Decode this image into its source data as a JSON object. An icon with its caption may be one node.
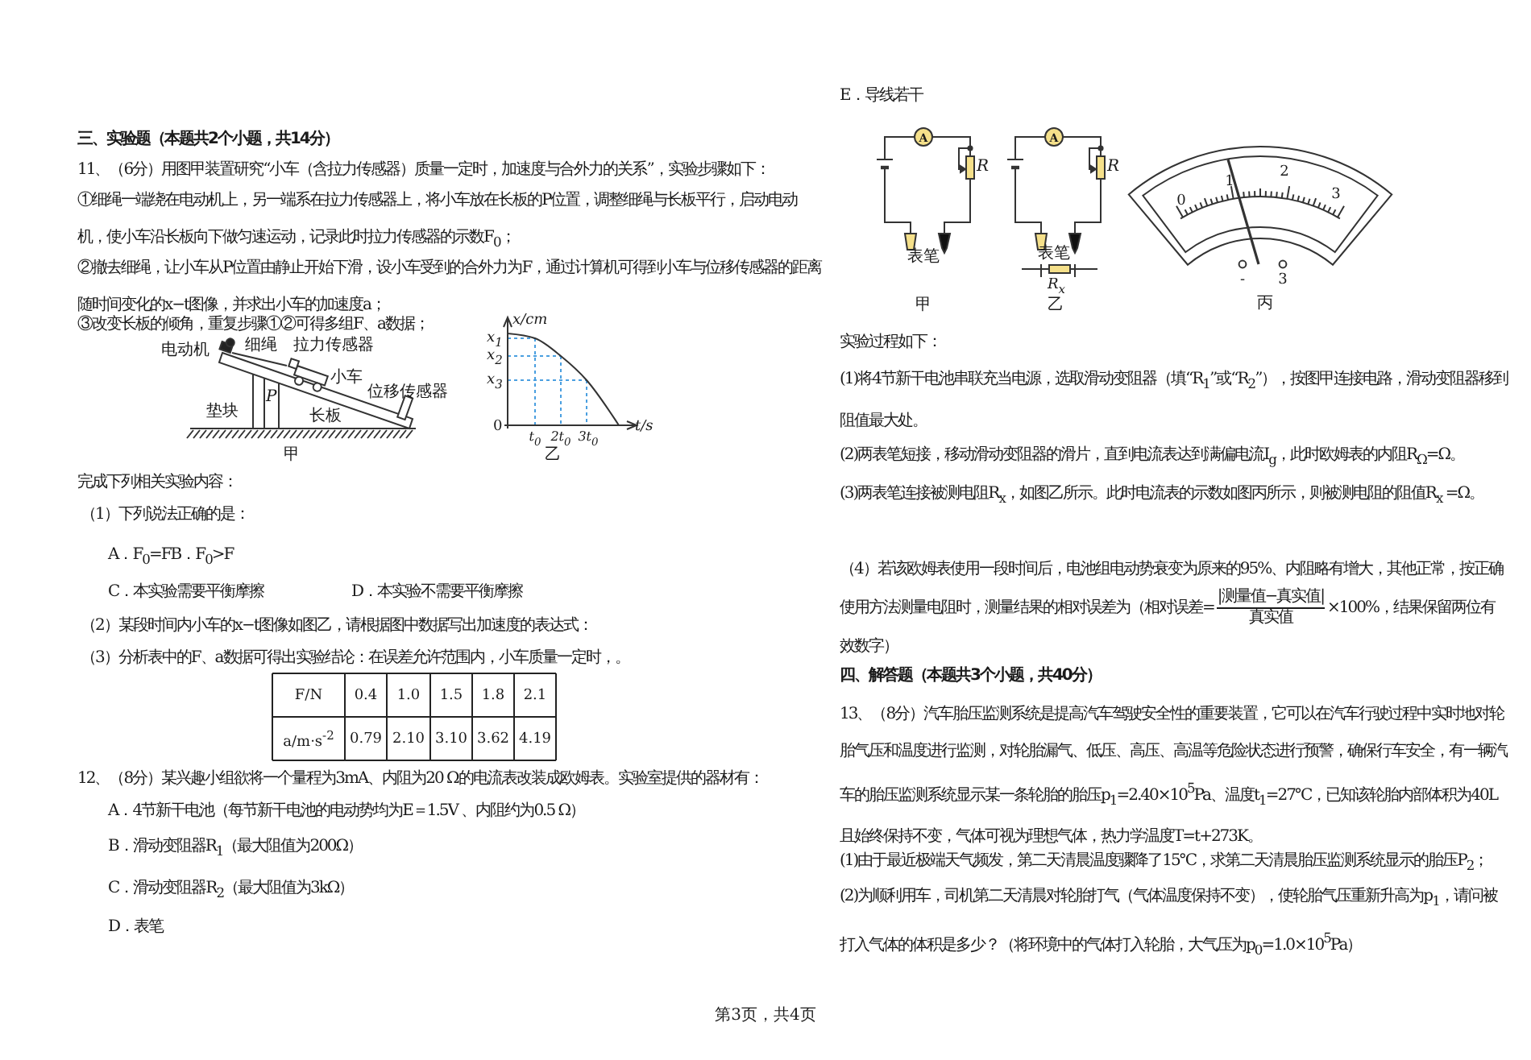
{
  "diagram": {
    "labels": [
      "三、实验题（本题共2个小题，共14分）",
      "11、（6分）用图甲装置研究“小车（含拉力传感器）质量一定时，加速度与合外力的关系”，实验步骤如下：",
      "①细绳一端绕在电动机上，另一端系在拉力传感器上，将小车放在长板的P位置，调整细绳与长板平行，启动电动机，使小车沿长板向下做匀速运动，记录此时拉力传感器的示数F$_{0}$；",
      "②撤去细绳，让小车从P位置由静止开始下滑，设小车受到的合外力为F，通过计算机可得到小车与位移传感器的距离随时间变化的x−t图像，并求出小车的加速度a；",
      "③改变长板的倾角，重复步骤①②可得多组F、a数据；",
      "电动机",
      "细绳",
      "拉力传感器",
      "小车",
      "P",
      "位移传感器",
      "垫块",
      "长板",
      "甲",
      "x/cm",
      "x$_{1}$",
      "x$_{2}$",
      "x$_{3}$",
      "0",
      "t$_{0}$",
      "2t$_{0}$",
      "3t$_{0}$",
      "t/s",
      "乙",
      "完成下列相关实验内容：",
      "（1）下列说法正确的是：",
      "A．F$_{0}$=FB．F$_{0}$>F",
      "C．本实验需要平衡摩擦",
      "D．本实验不需要平衡摩擦",
      "（2）某段时间内小车的x−t图像如图乙，请根据图中数据写出加速度的表达式：",
      "（3）分析表中的F、a数据可得出实验结论：在误差允许范围内，小车质量一定时，。",
      "F/N",
      "0.4",
      "1.0",
      "1.5",
      "1.8",
      "2.1",
      "a/m·s$^{-2}$",
      "0.79",
      "2.10",
      "3.10",
      "3.62",
      "4.19",
      "12、（8分）某兴趣小组欲将一个量程为3mA、内阻为20 Ω的电流表改装成欧姆表。实验室提供的器材有：",
      "A．4节新干电池（每节新干电池的电动势均为E＝1.5V 、内阻约为0.5 Ω）",
      "B．滑动变阻器R$_{1}$（最大阻值为200Ω）",
      "C．滑动变阻器R$_{2}$（最大阻值为3kΩ）",
      "D．表笔",
      "E．导线若干",
      "A",
      "R",
      "表笔",
      "甲",
      "A",
      "R",
      "表笔",
      "R$_{x}$",
      "乙",
      "0",
      "1",
      "2",
      "3",
      "-",
      "3",
      "丙",
      "实验过程如下：",
      "(1)将4节新干电池串联充当电源，选取滑动变阻器（填“R$_{1}$”或“R$_{2}$”），按图甲连接电路，滑动变阻器移到阻值最大处。",
      "(2)两表笔短接，移动滑动变阻器的滑片，直到电流表达到满偏电流I$_{g}$，此时欧姆表的内阻R$_{Ω}$=Ω。",
      "(3)两表笔连接被测电阻R$_{x}$，如图乙所示。此时电流表的示数如图丙所示，则被测电阻的阻值R$_{x}$ =Ω。",
      "（4）若该欧姆表使用一段时间后，电池组电动势衰变为原来的95%、内阻略有增大，其他正常，按正确使用方法测量电阻时，测量结果的相对误差为（相对误差=",
      "|测量值−真实值|",
      "真实值",
      "×100%，结果保留两位有效数字）",
      "四、解答题（本题共3个小题，共40分）",
      "13、（8分）汽车胎压监测系统是提高汽车驾驶安全性的重要装置，它可以在汽车行驶过程中实时地对轮胎气压和温度进行监测，对轮胎漏气、低压、高压、高温等危险状态进行预警，确保行车安全，有一辆汽车的胎压监测系统显示某一条轮胎的胎压p$_{1}$=2.40×10$^{5}$Pa、温度t$_{1}$=27℃，已知该轮胎内部体积为40L且始终保持不变，气体可视为理想气体，热力学温度T=t+273K。",
      "(1)由于最近极端天气频发，第二天清晨温度骤降了15℃，求第二天清晨胎压监测系统显示的胎压P$_{2}$；",
      "(2)为顺利用车，司机第二天清晨对轮胎打气（气体温度保持不变），使轮胎气压重新升高为p$_{1}$，请问被打入气体的体积是多少？（将环境中的气体打入轮胎，大气压为p$_{0}$=1.0×10$^{5}$Pa）",
      "第3页，共4页"
    ]
  }
}
